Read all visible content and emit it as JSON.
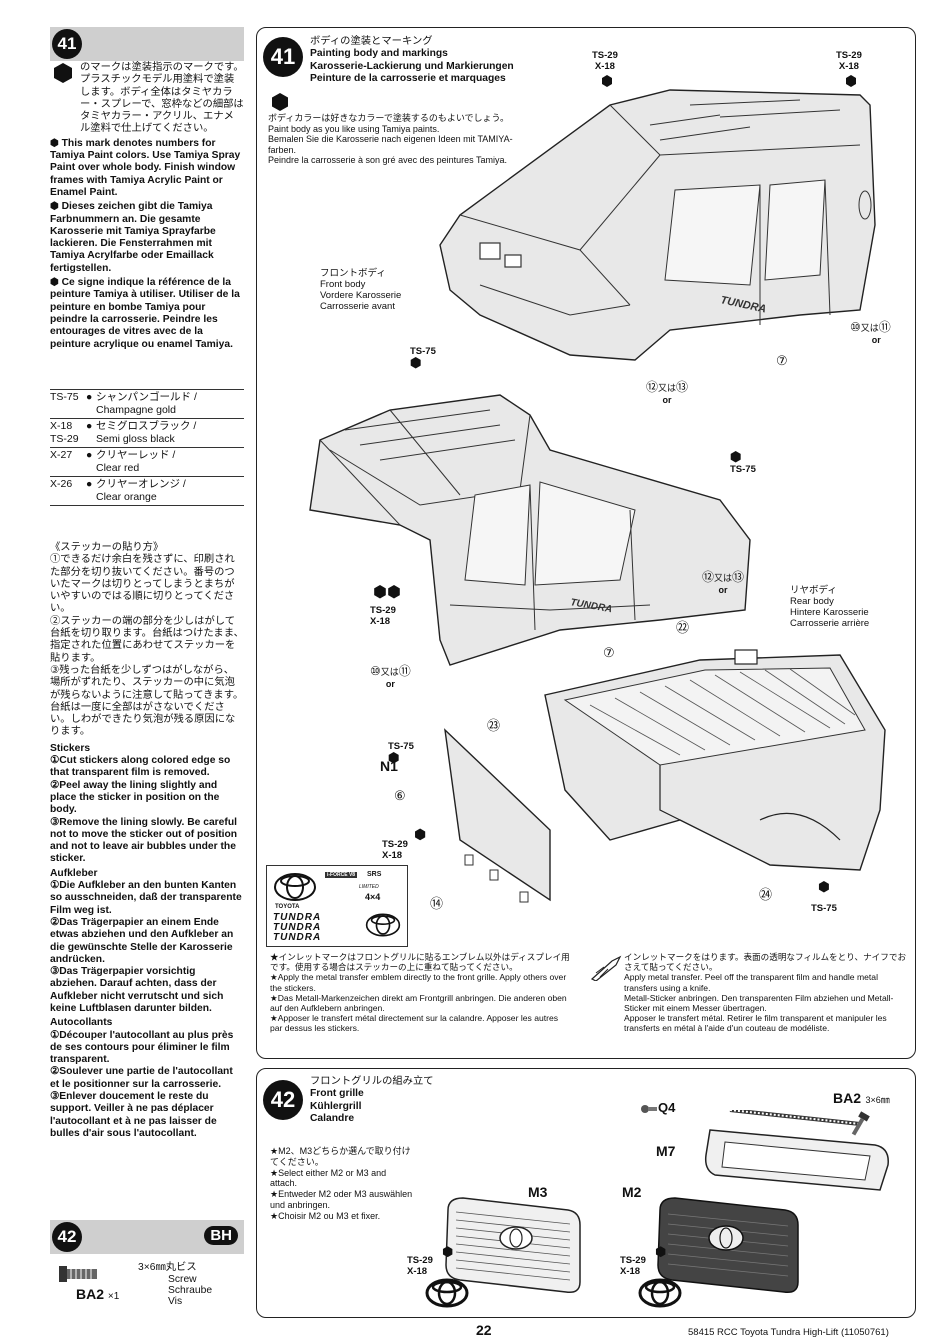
{
  "left_column": {
    "step41_number": "41",
    "step41_paragraphs": [
      "のマークは塗装指示のマークです。プラスチックモデル用塗料で塗装します。ボディ全体はタミヤカラー・スプレーで、窓枠などの細部はタミヤカラー・アクリル、エナメル塗料で仕上げてください。",
      "This mark denotes numbers for Tamiya Paint colors. Use Tamiya Spray Paint over whole body. Finish window frames with Tamiya Acrylic Paint or Enamel Paint.",
      "Dieses zeichen gibt die Tamiya Farbnummern an. Die gesamte Karosserie mit Tamiya Sprayfarbe lackieren. Die Fensterrahmen mit Tamiya Acrylfarbe oder Emaillack fertigstellen.",
      "Ce signe indique la référence de la peinture Tamiya à utiliser. Utiliser de la peinture en bombe Tamiya pour peindre la carrosserie. Peindre les entourages de vitres avec de la peinture acrylique ou enamel Tamiya."
    ],
    "paints": [
      {
        "code": "TS-75",
        "dot": "●",
        "name": "シャンパンゴールド /\nChampagne gold"
      },
      {
        "code": "X-18\nTS-29",
        "dot": "●",
        "name": "セミグロスブラック /\nSemi gloss black"
      },
      {
        "code": "X-27",
        "dot": "●",
        "name": "クリヤーレッド /\nClear red"
      },
      {
        "code": "X-26",
        "dot": "●",
        "name": "クリヤーオレンジ /\nClear orange"
      }
    ],
    "stickers_jp_title": "《ステッカーの貼り方》",
    "stickers_jp": "①できるだけ余白を残さずに、印刷された部分を切り抜いてください。番号のついたマークは切りとってしまうとまちがいやすいのではる順に切りとってください。\n②ステッカーの端の部分を少しはがして台紙を切り取ります。台紙はつけたまま、指定された位置にあわせてステッカーを貼ります。\n③残った台紙を少しずつはがしながら、場所がずれたり、ステッカーの中に気泡が残らないように注意して貼ってきます。\n台紙は一度に全部はがさないでください。しわができたり気泡が残る原因になります。",
    "stickers_en_title": "Stickers",
    "stickers_en": "①Cut stickers along colored edge so that transparent film is removed.\n②Peel away the lining slightly and place the sticker in position on the body.\n③Remove the lining slowly. Be careful not to move the sticker out of position and not to leave air bubbles under the sticker.",
    "stickers_de_title": "Aufkleber",
    "stickers_de": "①Die Aufkleber an den bunten Kanten so ausschneiden, daß der transparente Film weg ist.\n②Das Trägerpapier an einem Ende etwas abziehen und den Aufkleber an die gewünschte Stelle der Karosserie andrücken.\n③Das Trägerpapier vorsichtig abziehen. Darauf achten, dass der Aufkleber nicht verrutscht und sich keine Luftblasen darunter bilden.",
    "stickers_fr_title": "Autocollants",
    "stickers_fr": "①Découper l'autocollant au plus près de ses contours pour éliminer le film transparent.\n②Soulever une partie de l'autocollant et le positionner sur la carrosserie.\n③Enlever doucement le reste du support. Veiller à ne pas déplacer l'autocollant et à ne pas laisser de bulles d'air sous l'autocollant.",
    "step42_number": "42",
    "step42_badge": "BH",
    "screw_jp": "3×6㎜丸ビス",
    "screw_en": "Screw",
    "screw_de": "Schraube",
    "screw_fr": "Vis",
    "screw_code": "BA2",
    "screw_qty": "×1"
  },
  "step41_panel": {
    "number": "41",
    "title_jp": "ボディの塗装とマーキング",
    "title_en": "Painting body and markings",
    "title_de": "Karosserie-Lackierung und Markierungen",
    "title_fr": "Peinture de la carrosserie et marquages",
    "note_jp": "ボディカラーは好きなカラーで塗装するのもよいでしょう。",
    "note_en": "Paint body as you like using Tamiya paints.",
    "note_de": "Bemalen Sie die Karosserie nach eigenen Ideen mit TAMIYA-farben.",
    "note_fr": "Peindre la carrosserie à son gré avec des peintures Tamiya.",
    "front_body": "フロントボディ\nFront body\nVordere Karosserie\nCarrosserie avant",
    "rear_body": "リヤボディ\nRear body\nHintere Karosserie\nCarrosserie arrière",
    "ts29_x18": "TS-29\nX-18",
    "ts75": "TS-75",
    "n1": "N1",
    "or_label": "or",
    "mata_ha": "又は",
    "num_6": "⑥",
    "num_7": "⑦",
    "num_10": "⑩",
    "num_11": "⑪",
    "num_12": "⑫",
    "num_13": "⑬",
    "num_14": "⑭",
    "num_22": "㉒",
    "num_23": "㉓",
    "num_24": "㉔",
    "sticker_tundra": "TUNDRA",
    "sticker_toyota": "TOYOTA",
    "sticker_4x4": "4×4",
    "sticker_srs": "SRS",
    "sticker_v8": "i-FORCE V8",
    "sticker_limited": "LIMITED",
    "emblem_note": "★インレットマークはフロントグリルに貼るエンブレム以外はディスプレイ用です。使用する場合はステッカーの上に重ねて貼ってください。\n★Apply the metal transfer emblem directly to the front grille. Apply others over the stickers.\n★Das Metall-Markenzeichen direkt am Frontgrill anbringen. Die anderen oben auf den Aufklebern anbringen.\n★Apposer le transfert métal directement sur la calandre. Apposer les autres par dessus les stickers.",
    "metal_note": "インレットマークをはります。表面の透明なフィルムをとり、ナイフでおさえて貼ってください。\nApply metal transfer. Peel off the transparent film and handle metal transfers using a knife.\nMetall-Sticker anbringen. Den transparenten Film abziehen und Metall-Sticker mit einem Messer übertragen.\nApposer le transfert métal. Retirer le film transparent et manipuler les transferts en métal à l'aide d'un couteau de modéliste."
  },
  "step42_panel": {
    "number": "42",
    "title_jp": "フロントグリルの組み立て",
    "title_en": "Front grille",
    "title_de": "Kühlergrill",
    "title_fr": "Calandre",
    "select_note": "★M2、M3どちらか選んで取り付けてください。\n★Select either M2 or M3 and attach.\n★Entweder M2 oder M3 auswählen und anbringen.\n★Choisir M2 ou M3 et fixer.",
    "m3": "M3",
    "m2": "M2",
    "m7": "M7",
    "q4": "Q4",
    "ba2": "BA2",
    "ba2_size": "3×6㎜",
    "ts29_x18": "TS-29\nX-18"
  },
  "footer": {
    "page": "22",
    "product": "58415 RCC Toyota Tundra High-Lift (11050761)"
  }
}
